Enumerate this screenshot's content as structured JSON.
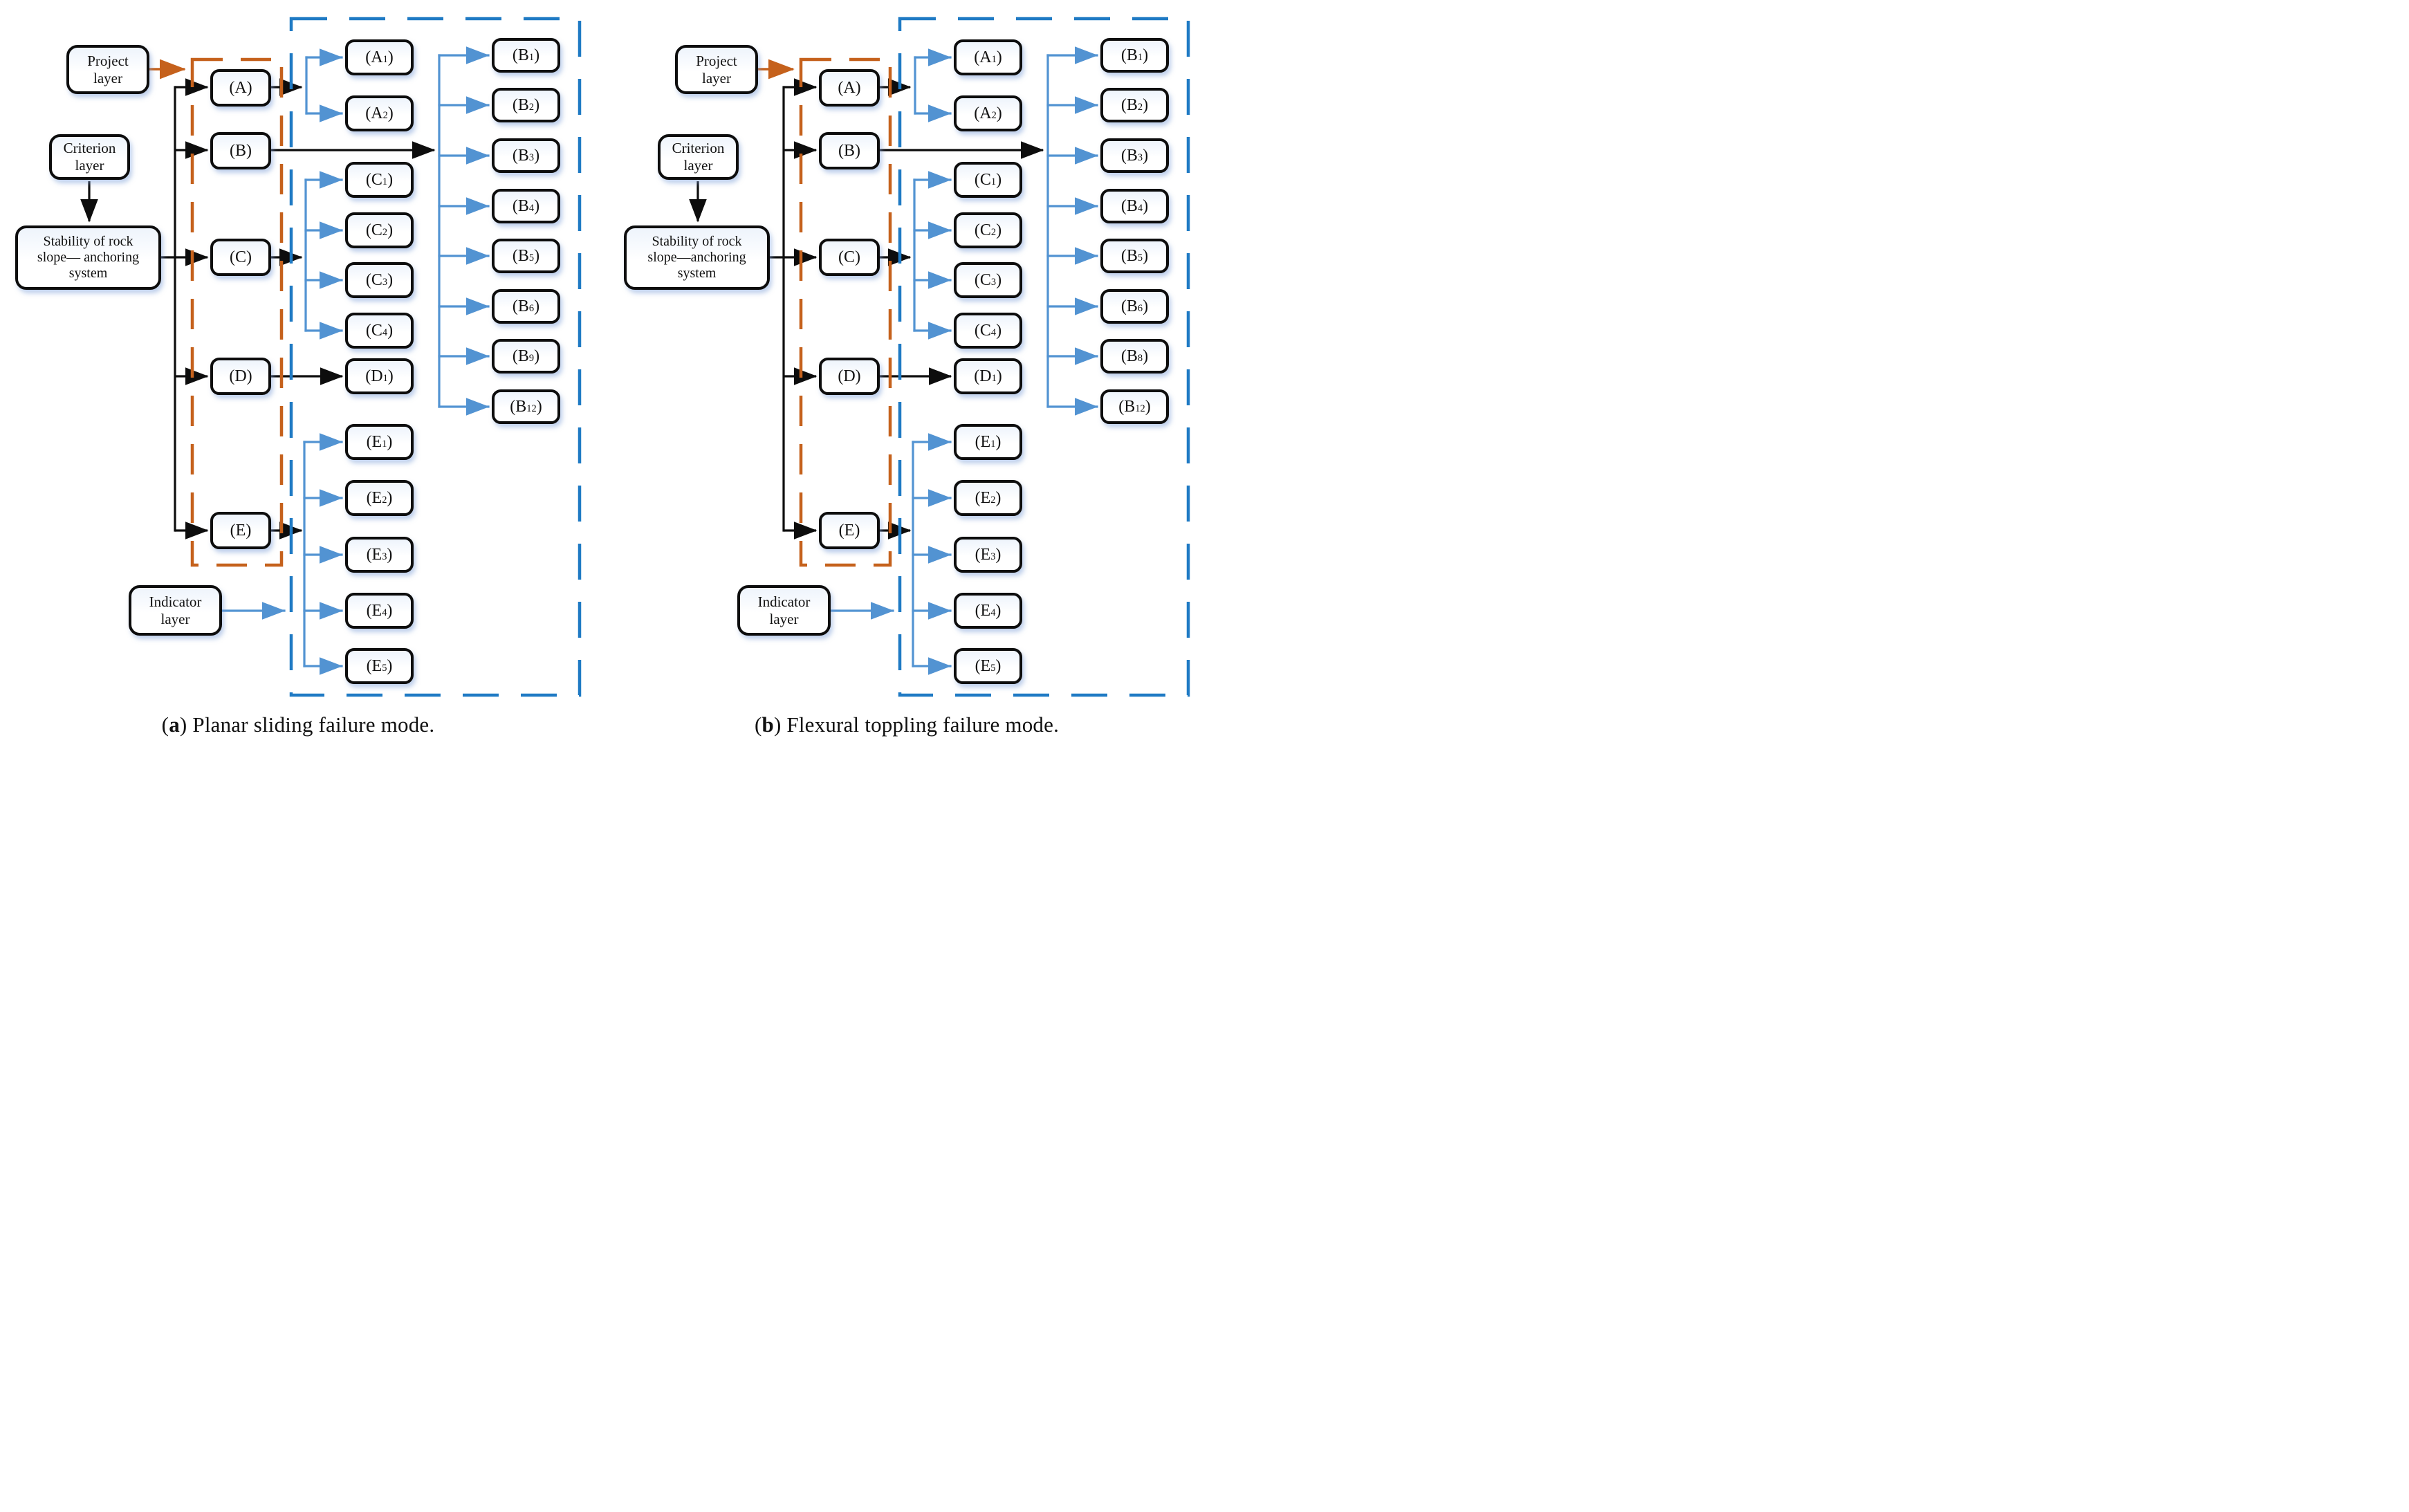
{
  "figure": {
    "colors": {
      "black_line": "#0d0d0d",
      "blue_line": "#5293d2",
      "blue_dash_outline": "#1f7ac4",
      "orange": "#c5611c",
      "box_fill": "#ffffff",
      "shadow": "#a9c3e6"
    },
    "diagrams": [
      {
        "id": "a",
        "caption": {
          "open": "(",
          "marker": "a",
          "close": ") ",
          "text": "Planar sliding failure mode."
        },
        "layers": {
          "project": "Project\nlayer",
          "criterion": "Criterion\nlayer",
          "goal": "Stability of rock\nslope— anchoring\nsystem",
          "indicator": "Indicator\nlayer"
        },
        "criteria": [
          "(A)",
          "(B)",
          "(C)",
          "(D)",
          "(E)"
        ],
        "indicators_main": [
          "(A1)",
          "(A2)",
          "(C1)",
          "(C2)",
          "(C3)",
          "(C4)",
          "(D1)",
          "(E1)",
          "(E2)",
          "(E3)",
          "(E4)",
          "(E5)"
        ],
        "indicators_b": [
          "(B1)",
          "(B2)",
          "(B3)",
          "(B4)",
          "(B5)",
          "(B6)",
          "(B9)",
          "(B12)"
        ]
      },
      {
        "id": "b",
        "caption": {
          "open": "(",
          "marker": "b",
          "close": ") ",
          "text": "Flexural toppling failure mode."
        },
        "layers": {
          "project": "Project\nlayer",
          "criterion": "Criterion\nlayer",
          "goal": "Stability of rock\nslope—anchoring\nsystem",
          "indicator": "Indicator\nlayer"
        },
        "criteria": [
          "(A)",
          "(B)",
          "(C)",
          "(D)",
          "(E)"
        ],
        "indicators_main": [
          "(A1)",
          "(A2)",
          "(C1)",
          "(C2)",
          "(C3)",
          "(C4)",
          "(D1)",
          "(E1)",
          "(E2)",
          "(E3)",
          "(E4)",
          "(E5)"
        ],
        "indicators_b": [
          "(B1)",
          "(B2)",
          "(B3)",
          "(B4)",
          "(B5)",
          "(B6)",
          "(B8)",
          "(B12)"
        ]
      }
    ]
  }
}
